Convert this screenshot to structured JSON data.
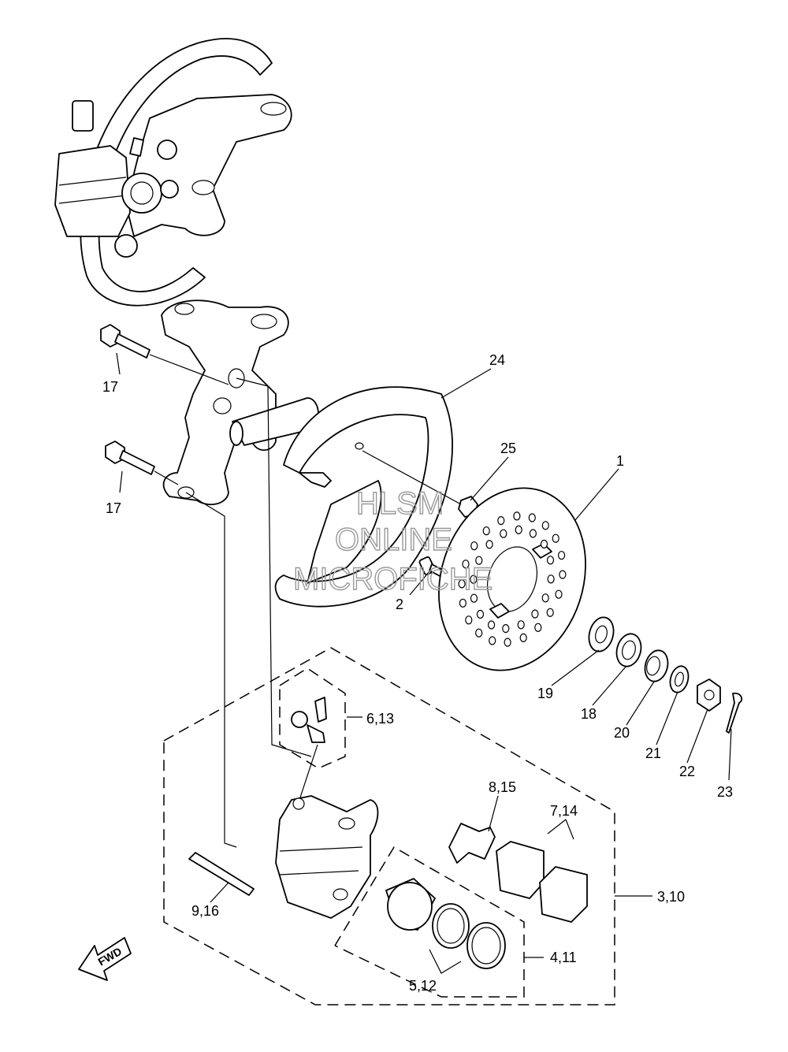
{
  "labels": {
    "l1": "1",
    "l2": "2",
    "l6_13": "6,13",
    "l8_15": "8,15",
    "l7_14": "7,14",
    "l3_10": "3,10",
    "l4_11": "4,11",
    "l5_12": "5,12",
    "l9_16": "9,16",
    "l17a": "17",
    "l17b": "17",
    "l18": "18",
    "l19": "19",
    "l20": "20",
    "l21": "21",
    "l22": "22",
    "l23": "23",
    "l24": "24",
    "l25": "25"
  },
  "watermark": {
    "line1": "HLSM",
    "line2": "ONLINE",
    "line3": "MICROFICHE"
  },
  "fwd_arrow": {
    "text": "FWD"
  }
}
